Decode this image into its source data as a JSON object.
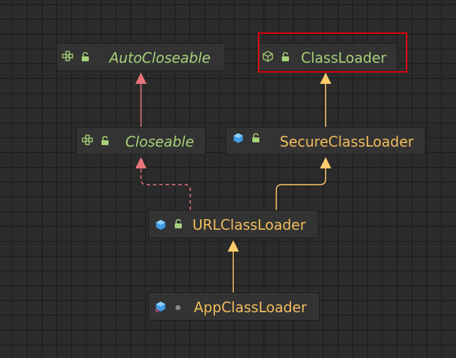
{
  "diagram": {
    "nodes": [
      {
        "id": "autocloseable",
        "label": "AutoCloseable",
        "kind": "interface"
      },
      {
        "id": "classloader",
        "label": "ClassLoader",
        "kind": "abstract-class"
      },
      {
        "id": "closeable",
        "label": "Closeable",
        "kind": "interface"
      },
      {
        "id": "secureclassloader",
        "label": "SecureClassLoader",
        "kind": "class"
      },
      {
        "id": "urlclassloader",
        "label": "URLClassLoader",
        "kind": "class"
      },
      {
        "id": "appclassloader",
        "label": "AppClassLoader",
        "kind": "class"
      }
    ],
    "edges": [
      {
        "from": "closeable",
        "to": "autocloseable",
        "type": "extends"
      },
      {
        "from": "secureclassloader",
        "to": "classloader",
        "type": "extends"
      },
      {
        "from": "urlclassloader",
        "to": "closeable",
        "type": "implements"
      },
      {
        "from": "urlclassloader",
        "to": "secureclassloader",
        "type": "extends"
      },
      {
        "from": "appclassloader",
        "to": "urlclassloader",
        "type": "extends"
      }
    ],
    "highlighted": "classloader"
  },
  "colors": {
    "interface_text": "#a7d17a",
    "class_text": "#f2be5c",
    "extends_interface_edge": "#e8747c",
    "extends_class_edge": "#ffcb6b",
    "highlight_border": "#e3000f"
  }
}
